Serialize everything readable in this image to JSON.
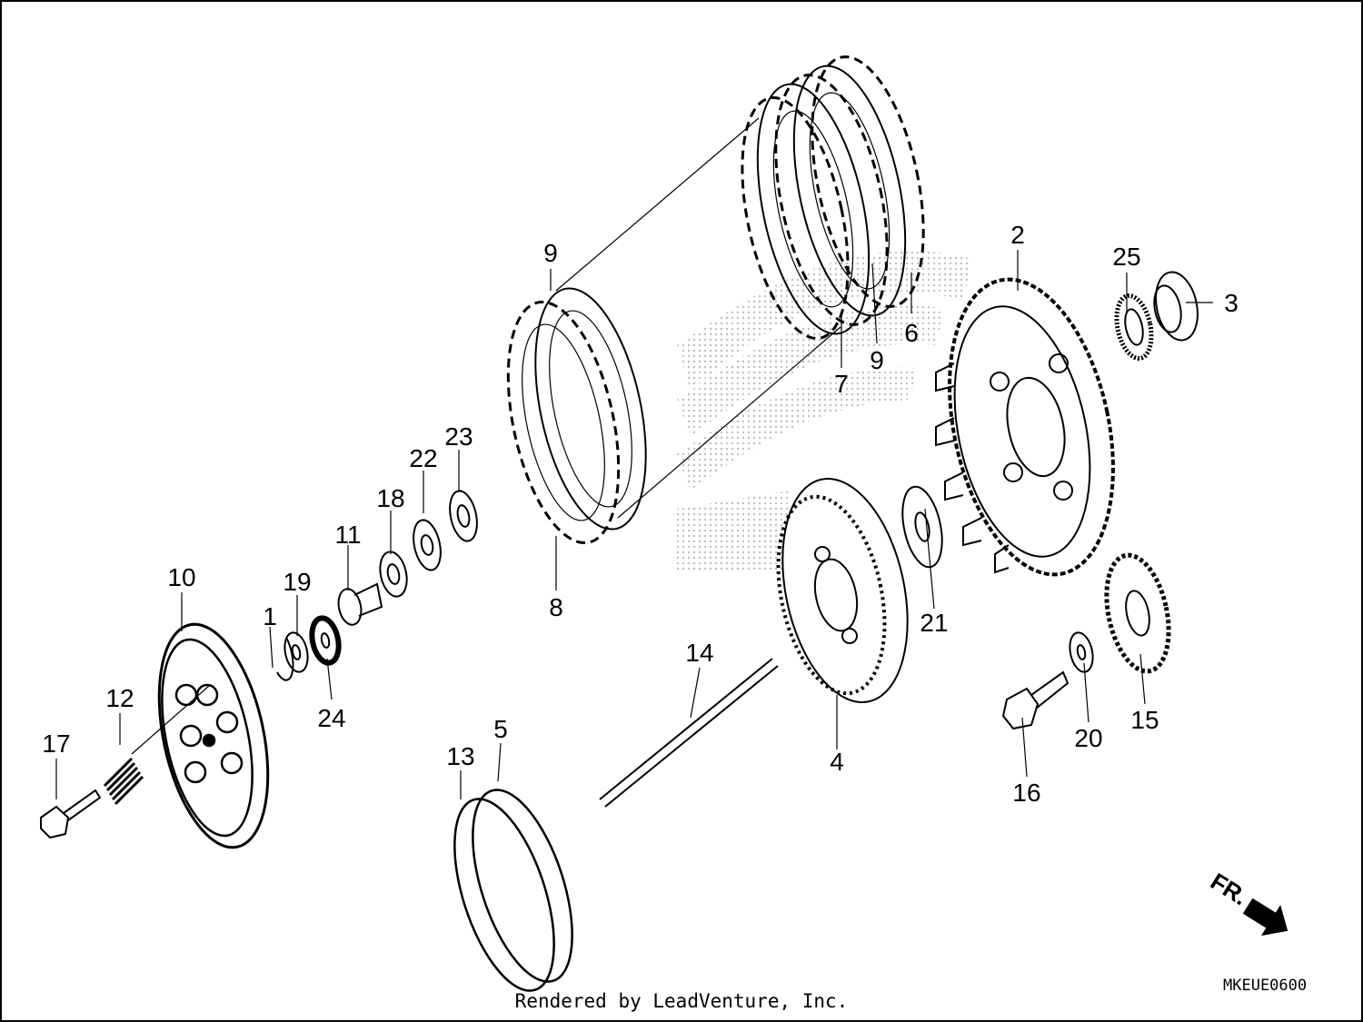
{
  "diagram": {
    "credit": "Rendered by LeadVenture, Inc.",
    "code": "MKEUE0600",
    "direction": "FR.",
    "callouts": [
      {
        "id": "c1",
        "label": "1"
      },
      {
        "id": "c2",
        "label": "2"
      },
      {
        "id": "c3",
        "label": "3"
      },
      {
        "id": "c4",
        "label": "4"
      },
      {
        "id": "c5",
        "label": "5"
      },
      {
        "id": "c6",
        "label": "6"
      },
      {
        "id": "c7",
        "label": "7"
      },
      {
        "id": "c8",
        "label": "8"
      },
      {
        "id": "c9a",
        "label": "9"
      },
      {
        "id": "c9b",
        "label": "9"
      },
      {
        "id": "c10",
        "label": "10"
      },
      {
        "id": "c11",
        "label": "11"
      },
      {
        "id": "c12",
        "label": "12"
      },
      {
        "id": "c13",
        "label": "13"
      },
      {
        "id": "c14",
        "label": "14"
      },
      {
        "id": "c15",
        "label": "15"
      },
      {
        "id": "c16",
        "label": "16"
      },
      {
        "id": "c17",
        "label": "17"
      },
      {
        "id": "c18",
        "label": "18"
      },
      {
        "id": "c19",
        "label": "19"
      },
      {
        "id": "c20",
        "label": "20"
      },
      {
        "id": "c21",
        "label": "21"
      },
      {
        "id": "c22",
        "label": "22"
      },
      {
        "id": "c23",
        "label": "23"
      },
      {
        "id": "c24",
        "label": "24"
      },
      {
        "id": "c25",
        "label": "25"
      }
    ]
  }
}
